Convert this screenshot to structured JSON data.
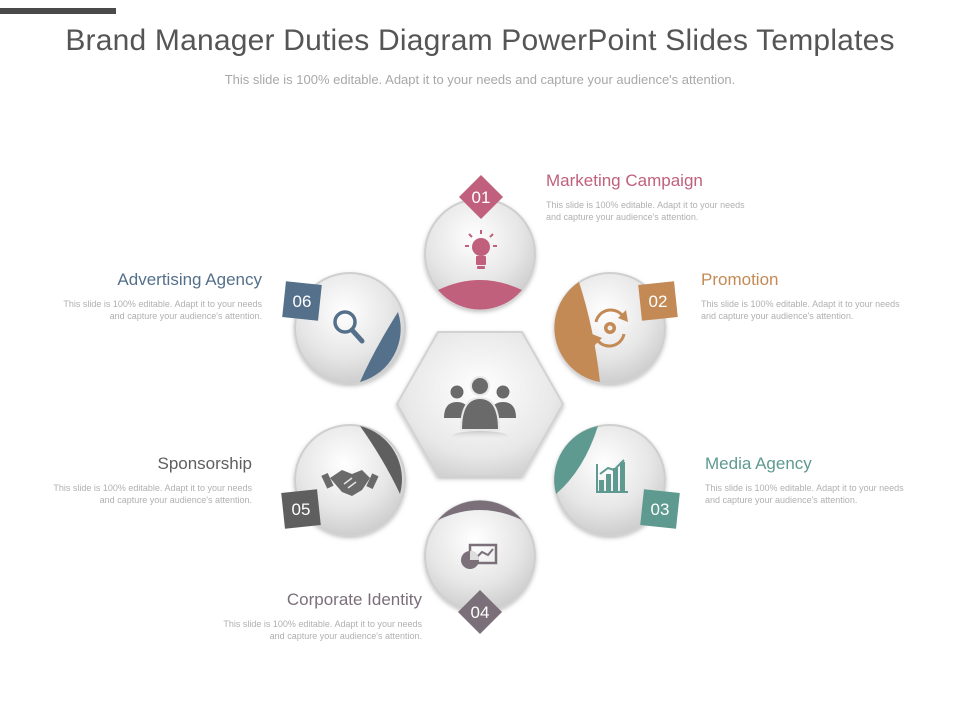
{
  "header": {
    "title": "Brand Manager Duties Diagram PowerPoint Slides Templates",
    "subtitle": "This slide is 100% editable. Adapt it to your needs and capture your audience's attention."
  },
  "colors": {
    "marketing": "#c0607c",
    "promotion": "#c48a55",
    "media": "#5e9a90",
    "corporate": "#7b7079",
    "sponsorship": "#5f5f5f",
    "advertising": "#54708a"
  },
  "center": {
    "icon": "team-icon"
  },
  "duties": [
    {
      "number": "01",
      "title": "Marketing Campaign",
      "description": "This slide is 100% editable. Adapt it to your needs and capture your audience's attention.",
      "icon": "lightbulb-icon"
    },
    {
      "number": "02",
      "title": "Promotion",
      "description": "This slide is 100% editable. Adapt it to your needs and capture your audience's attention.",
      "icon": "refresh-gear-icon"
    },
    {
      "number": "03",
      "title": "Media Agency",
      "description": "This slide is 100% editable. Adapt it to your needs and capture your audience's attention.",
      "icon": "bar-chart-icon"
    },
    {
      "number": "04",
      "title": "Corporate Identity",
      "description": "This slide is 100% editable. Adapt it to your needs and capture your audience's attention.",
      "icon": "presentation-board-icon"
    },
    {
      "number": "05",
      "title": "Sponsorship",
      "description": "This slide is 100% editable. Adapt it to your needs and capture your audience's attention.",
      "icon": "handshake-icon"
    },
    {
      "number": "06",
      "title": "Advertising Agency",
      "description": "This slide is 100% editable. Adapt it to your needs and capture your audience's attention.",
      "icon": "magnifier-icon"
    }
  ]
}
